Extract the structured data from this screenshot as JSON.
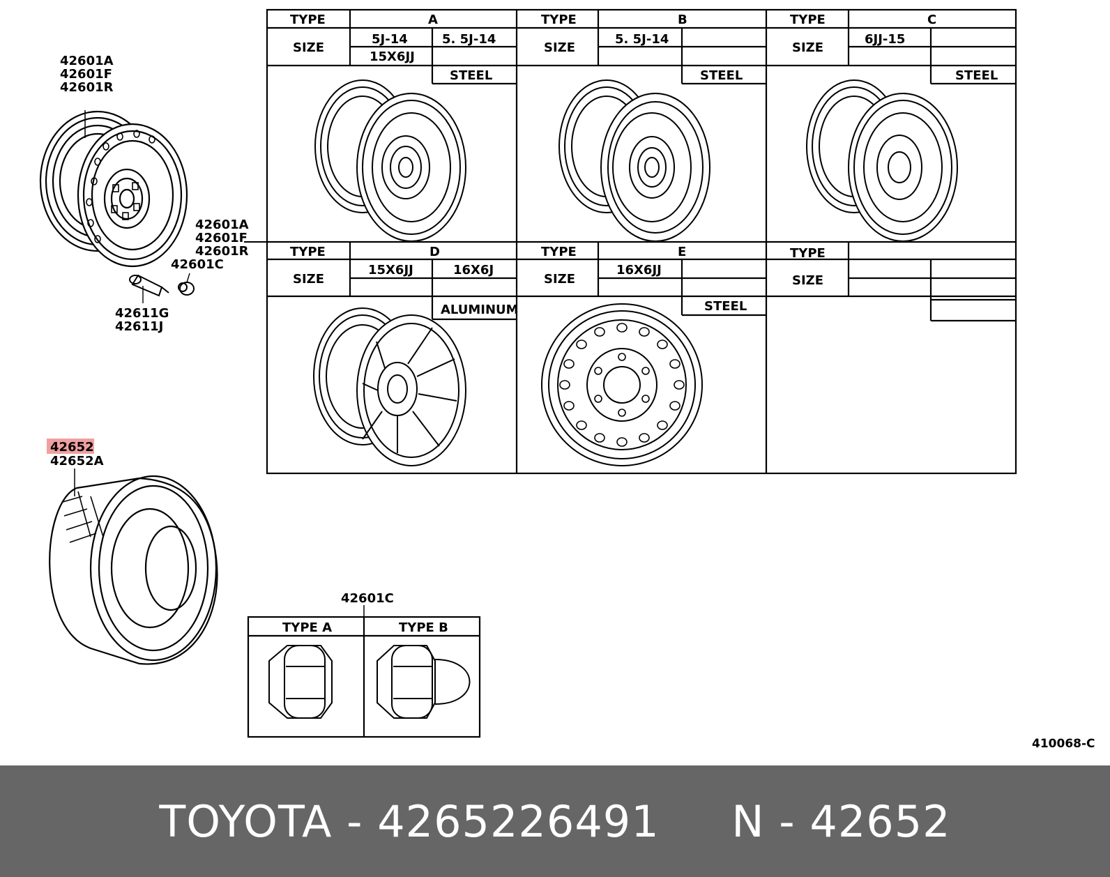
{
  "diagram": {
    "callouts": {
      "wheel_parts": [
        "42601A",
        "42601F",
        "42601R"
      ],
      "wheel_parts_right": [
        "42601A",
        "42601F",
        "42601R"
      ],
      "nut": "42601C",
      "valve": [
        "42611G",
        "42611J"
      ],
      "tire": [
        "42652",
        "42652A"
      ],
      "nut_table": "42601C"
    },
    "highlighted_part": "42652",
    "highlight_color": "#f0a0a0",
    "wheel_table": {
      "type_label": "TYPE",
      "size_label": "SIZE",
      "types": [
        {
          "letter": "A",
          "sizes": [
            "5J-14",
            "5. 5J-14",
            "15X6JJ",
            ""
          ],
          "material": "STEEL"
        },
        {
          "letter": "B",
          "sizes": [
            "5. 5J-14",
            "",
            "",
            ""
          ],
          "material": "STEEL"
        },
        {
          "letter": "C",
          "sizes": [
            "6JJ-15",
            "",
            "",
            ""
          ],
          "material": "STEEL"
        },
        {
          "letter": "D",
          "sizes": [
            "15X6JJ",
            "16X6J",
            "",
            ""
          ],
          "material": "ALUMINUM"
        },
        {
          "letter": "E",
          "sizes": [
            "16X6JJ",
            "",
            "",
            ""
          ],
          "material": "STEEL"
        },
        {
          "letter": "",
          "sizes": [
            "",
            "",
            "",
            ""
          ],
          "material": ""
        }
      ]
    },
    "nut_table": {
      "type_a": "TYPE A",
      "type_b": "TYPE B"
    },
    "drawing_number": "410068-C"
  },
  "footer": {
    "text": "TOYOTA - 4265226491     N - 42652",
    "background": "#666666"
  }
}
